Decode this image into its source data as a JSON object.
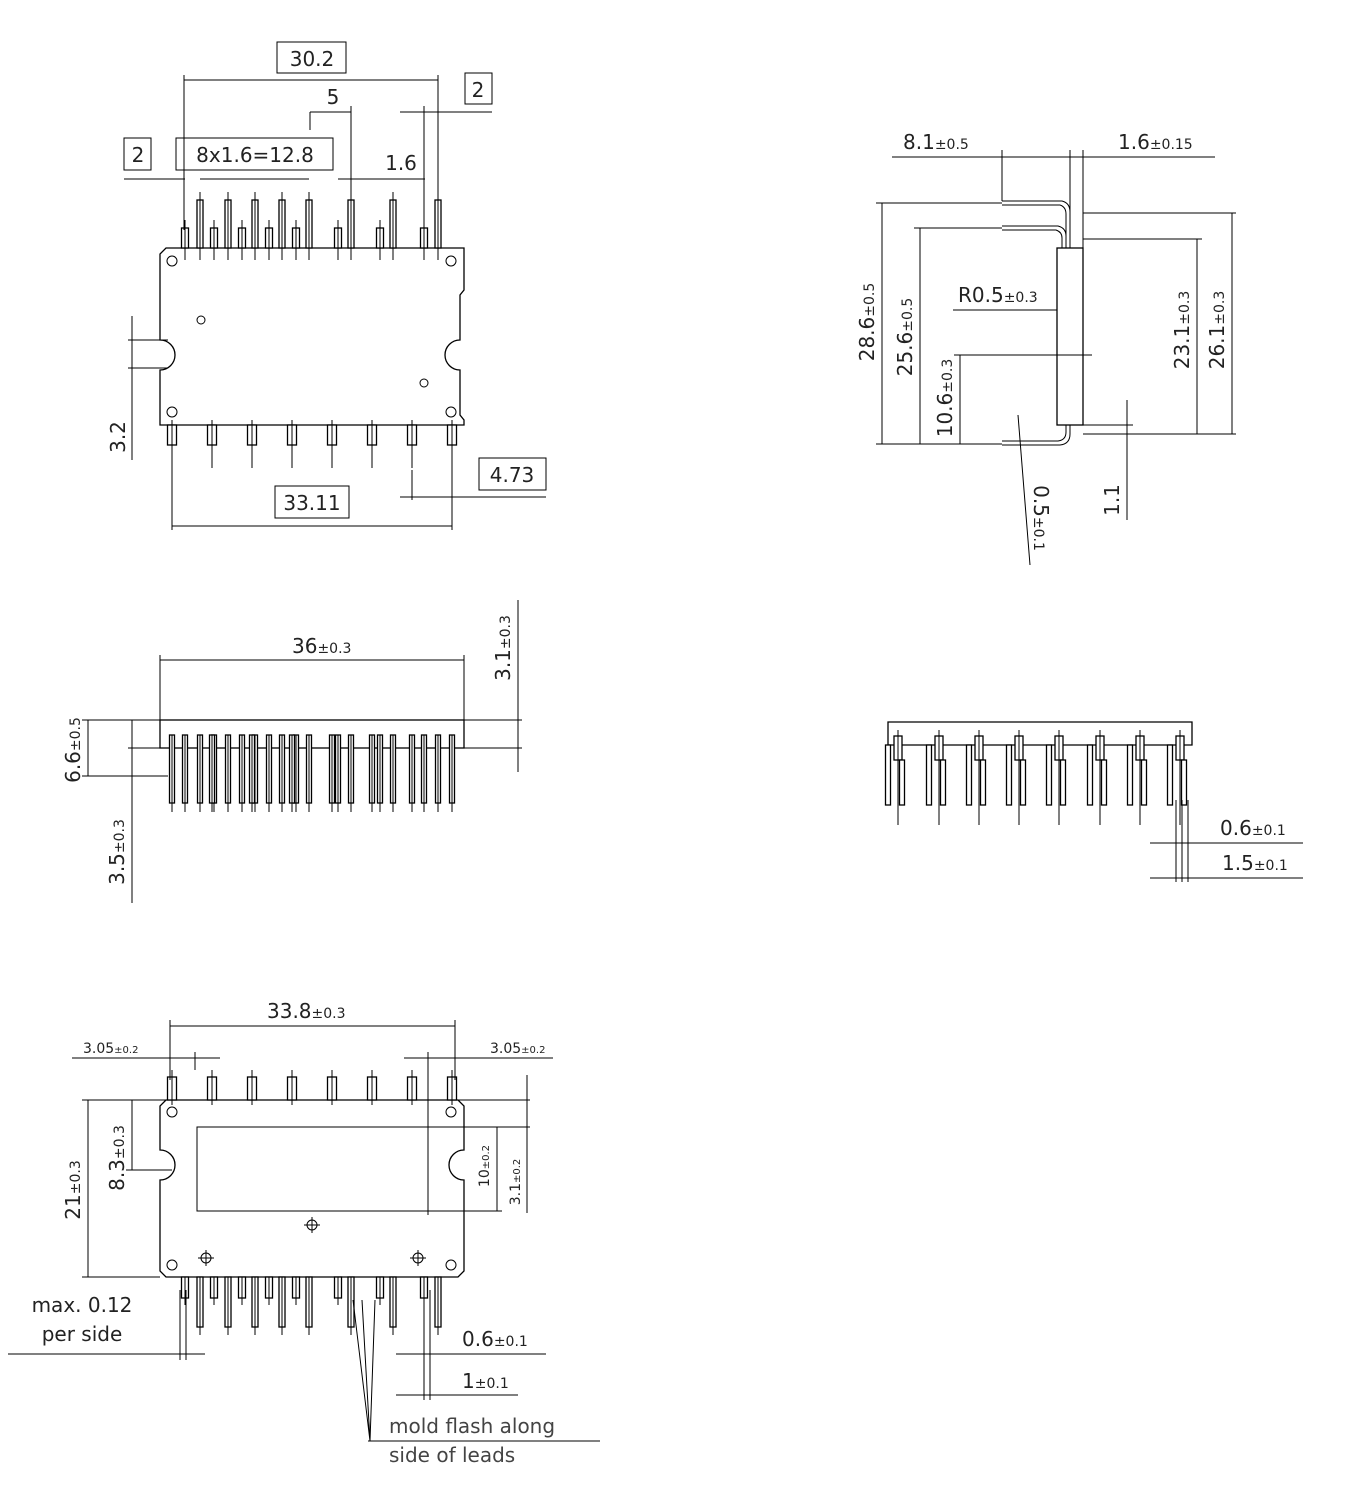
{
  "top_view": {
    "dim_30_2": "30.2",
    "dim_2_right": "2",
    "dim_5": "5",
    "dim_2_left": "2",
    "dim_pitch": "8x1.6=12.8",
    "dim_1_6": "1.6",
    "dim_3_2": "3.2",
    "dim_33_11": "33.11",
    "dim_4_73": "4.73"
  },
  "side_view": {
    "d1": {
      "main": "8.1",
      "tol": "±0.5"
    },
    "d2": {
      "main": "1.6",
      "tol": "±0.15"
    },
    "d3": {
      "main": "28.6",
      "tol": "±0.5"
    },
    "d4": {
      "main": "25.6",
      "tol": "±0.5"
    },
    "d5": {
      "main": "10.6",
      "tol": "±0.3"
    },
    "d6": {
      "main": "R0.5",
      "tol": "±0.3"
    },
    "d7": {
      "main": "23.1",
      "tol": "±0.3"
    },
    "d8": {
      "main": "26.1",
      "tol": "±0.3"
    },
    "d9": {
      "main": "1.1",
      "tol": ""
    },
    "d10": {
      "main": "0.5",
      "tol": "±0.1"
    }
  },
  "front_view": {
    "d1": {
      "main": "36",
      "tol": "±0.3"
    },
    "d2": {
      "main": "3.1",
      "tol": "±0.3"
    },
    "d3": {
      "main": "6.6",
      "tol": "±0.5"
    },
    "d4": {
      "main": "3.5",
      "tol": "±0.3"
    }
  },
  "end_view": {
    "d1": {
      "main": "0.6",
      "tol": "±0.1"
    },
    "d2": {
      "main": "1.5",
      "tol": "±0.1"
    }
  },
  "bottom_view": {
    "d1": {
      "main": "33.8",
      "tol": "±0.3"
    },
    "d2": {
      "main": "3.05",
      "tol": "±0.2"
    },
    "d3": {
      "main": "3.05",
      "tol": "±0.2"
    },
    "d4": {
      "main": "21",
      "tol": "±0.3"
    },
    "d5": {
      "main": "8.3",
      "tol": "±0.3"
    },
    "d6": {
      "main": "10",
      "tol": "±0.2"
    },
    "d7": {
      "main": "3.1",
      "tol": "±0.2"
    },
    "d8": {
      "main": "0.6",
      "tol": "±0.1"
    },
    "d9": {
      "main": "1",
      "tol": "±0.1"
    },
    "note_max_1": "max. 0.12",
    "note_max_2": "per side",
    "note_flash_1": "mold flash along",
    "note_flash_2": "side of leads"
  }
}
